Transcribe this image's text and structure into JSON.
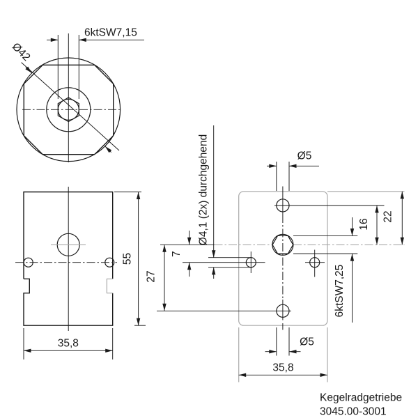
{
  "drawing": {
    "background": "#ffffff",
    "line_color": "#1a1a1a",
    "light_line_color": "#a9a9a9",
    "title": "Kegelradgetriebe",
    "part_number": "3045.00-3001",
    "top_view": {
      "hex_dim": "6ktSW7,15",
      "flange_dia": "Ø42"
    },
    "front_view": {
      "height": "55",
      "width": "35,8"
    },
    "side_view": {
      "hole_top_dia": "Ø5",
      "hole_bottom_dia": "Ø5",
      "width": "35,8",
      "hole_to_center": "16",
      "edge_to_center": "22",
      "hex_dim": "6ktSW7,25",
      "small_hole_offset": "7",
      "bottom_hole_offset": "27",
      "through_holes": "Ø4,1 (2x) durchgehend"
    }
  }
}
